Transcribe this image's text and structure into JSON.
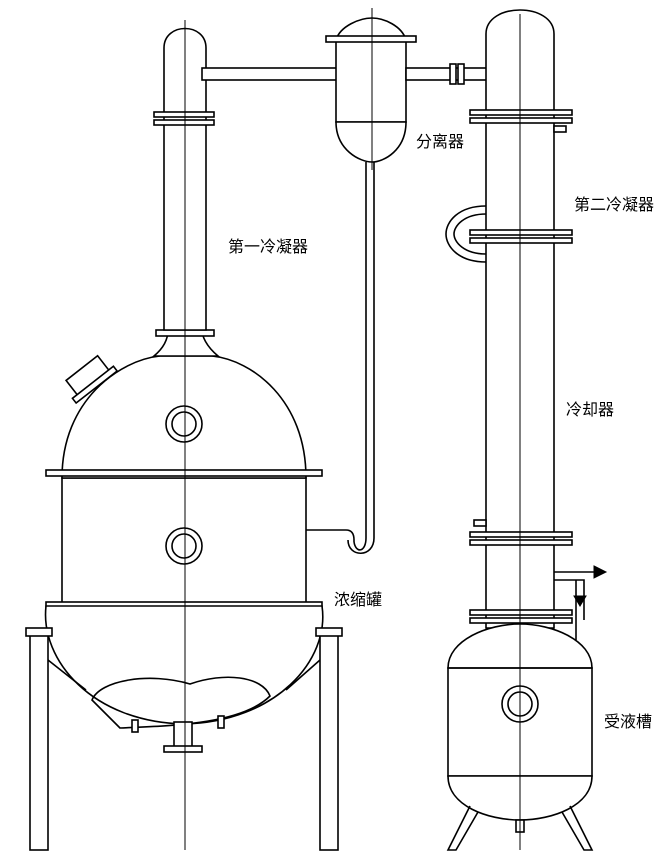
{
  "labels": {
    "separator": "分离器",
    "first_condenser": "第一冷凝器",
    "second_condenser": "第二冷凝器",
    "cooler": "冷却器",
    "concentration_tank": "浓缩罐",
    "receiving_tank": "受液槽"
  }
}
